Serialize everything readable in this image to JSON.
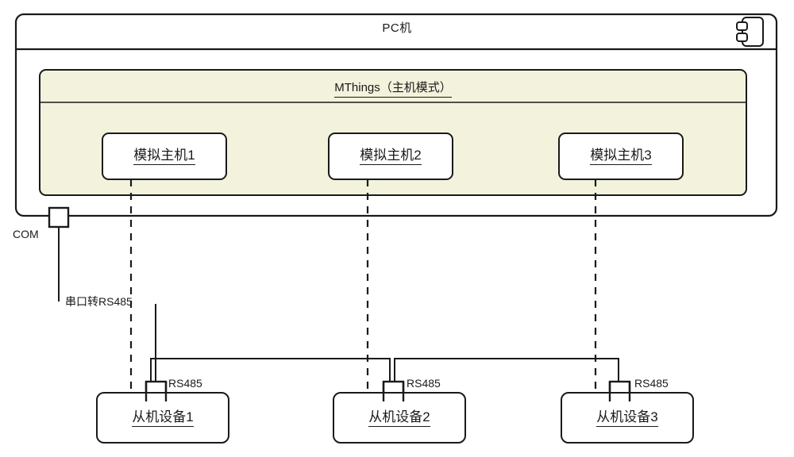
{
  "diagram": {
    "title": "PC机",
    "pc_container": {
      "label": "PC机",
      "component_icon": "uml-component-icon",
      "port": {
        "name": "COM",
        "label": "COM"
      }
    },
    "mthings": {
      "label": "MThings（主机模式）",
      "fill_color": "#f3f2dc",
      "border_color": "#1a1a1a"
    },
    "virtual_hosts": [
      {
        "label": "模拟主机1"
      },
      {
        "label": "模拟主机2"
      },
      {
        "label": "模拟主机3"
      }
    ],
    "converter": {
      "label": "串口转RS485"
    },
    "slave_devices": [
      {
        "label": "从机设备1",
        "port_label": "RS485"
      },
      {
        "label": "从机设备2",
        "port_label": "RS485"
      },
      {
        "label": "从机设备3",
        "port_label": "RS485"
      }
    ],
    "colors": {
      "line": "#1a1a1a",
      "panel_fill": "#f3f2dc",
      "box_fill": "#ffffff",
      "background": "#ffffff"
    }
  }
}
